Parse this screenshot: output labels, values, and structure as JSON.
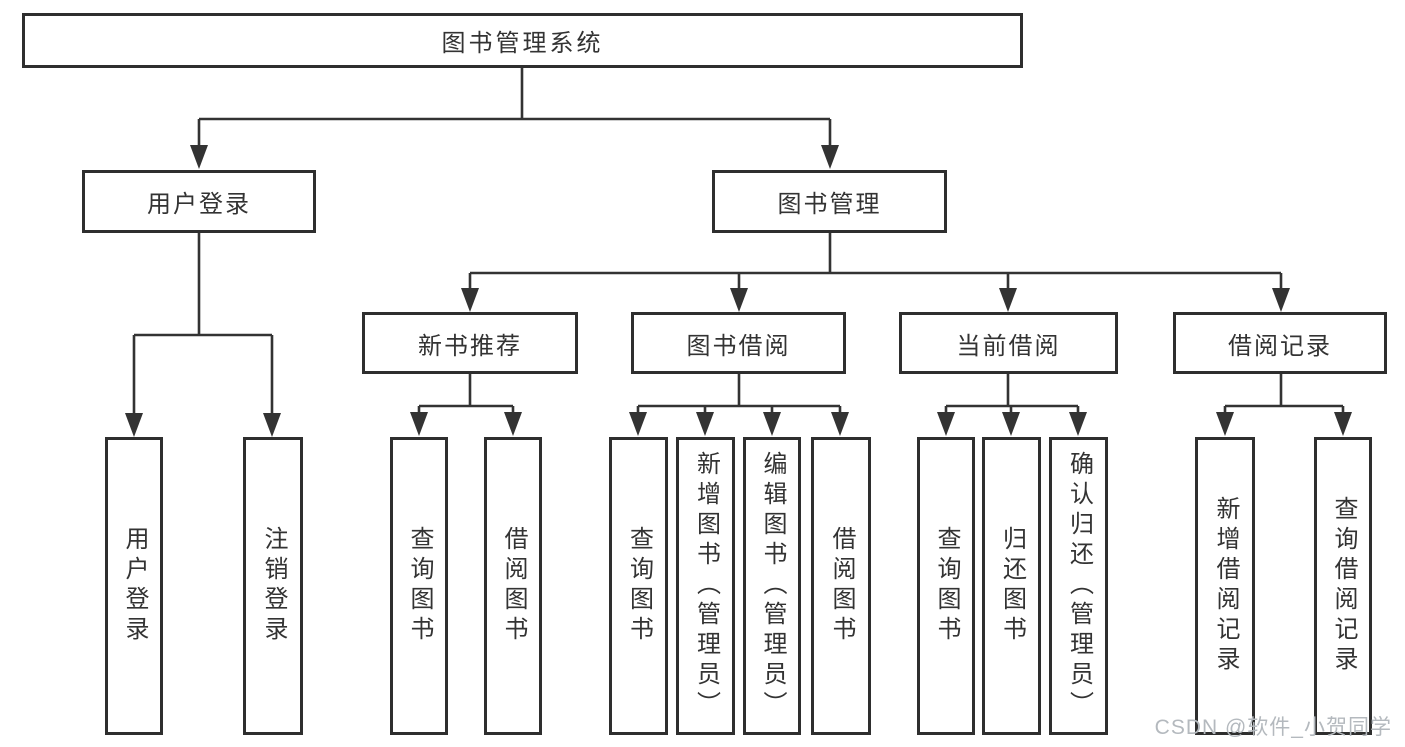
{
  "tree": {
    "root": "图书管理系统",
    "branches": [
      {
        "label": "用户登录",
        "children": [
          "用户登录",
          "注销登录"
        ]
      },
      {
        "label": "图书管理",
        "sections": [
          {
            "label": "新书推荐",
            "children": [
              "查询图书",
              "借阅图书"
            ]
          },
          {
            "label": "图书借阅",
            "children": [
              "查询图书",
              "新增图书（管理员）",
              "编辑图书（管理员）",
              "借阅图书"
            ]
          },
          {
            "label": "当前借阅",
            "children": [
              "查询图书",
              "归还图书",
              "确认归还（管理员）"
            ]
          },
          {
            "label": "借阅记录",
            "children": [
              "新增借阅记录",
              "查询借阅记录"
            ]
          }
        ]
      }
    ]
  },
  "watermark": "CSDN @软件_小贺同学",
  "colors": {
    "line": "#333333",
    "box_border": "#2e2e2e",
    "text": "#333333",
    "watermark": "#b4b9be",
    "background": "#ffffff"
  }
}
